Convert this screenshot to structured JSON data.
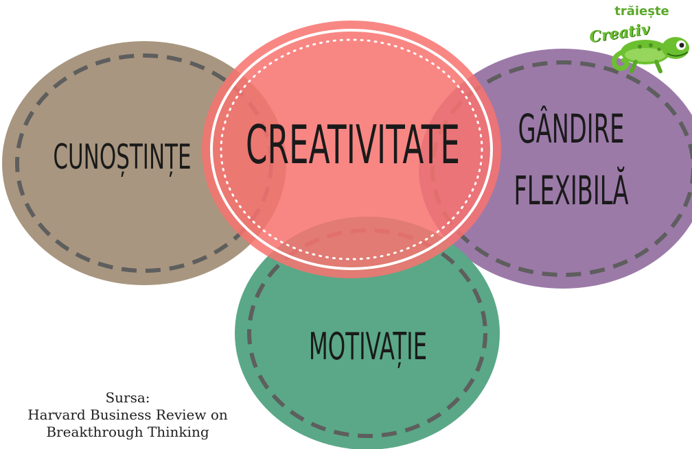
{
  "circles": [
    {
      "id": "cunostinte",
      "label": "CUNOȘTINȚE",
      "color": "#a89680"
    },
    {
      "id": "gandire",
      "label_lines": [
        "GÂNDIRE",
        "FLEXIBILĂ"
      ],
      "color": "#9b7aa8"
    },
    {
      "id": "motivatie",
      "label": "MOTIVAȚIE",
      "color": "#5aa887"
    },
    {
      "id": "creativitate",
      "label": "CREATIVITATE",
      "color": "#f77370"
    }
  ],
  "source": {
    "line1": "Sursa:",
    "line2": "Harvard Business Review on",
    "line3": "Breakthrough Thinking"
  },
  "logo": {
    "line1": "trăiește",
    "line2": "Creativ",
    "icon": "chameleon-icon"
  }
}
